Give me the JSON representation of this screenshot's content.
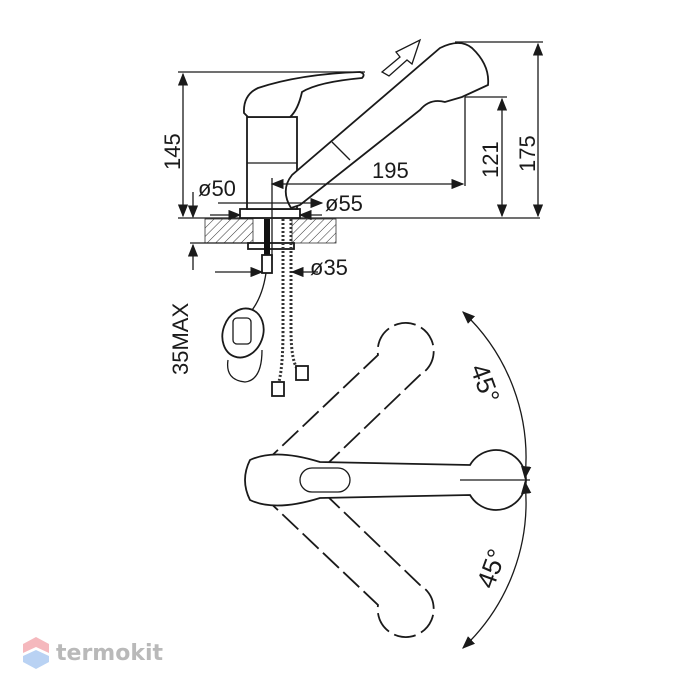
{
  "drawing": {
    "side_view": {
      "height_lever": "145",
      "height_total": "175",
      "height_spout": "121",
      "reach": "195",
      "base_diameter": "ø50",
      "flange_diameter": "ø55",
      "hole_diameter": "ø35",
      "counter_thickness": "35MAX"
    },
    "top_view": {
      "angle_upper": "45°",
      "angle_lower": "45°"
    }
  },
  "watermark": {
    "text": "termokit"
  }
}
